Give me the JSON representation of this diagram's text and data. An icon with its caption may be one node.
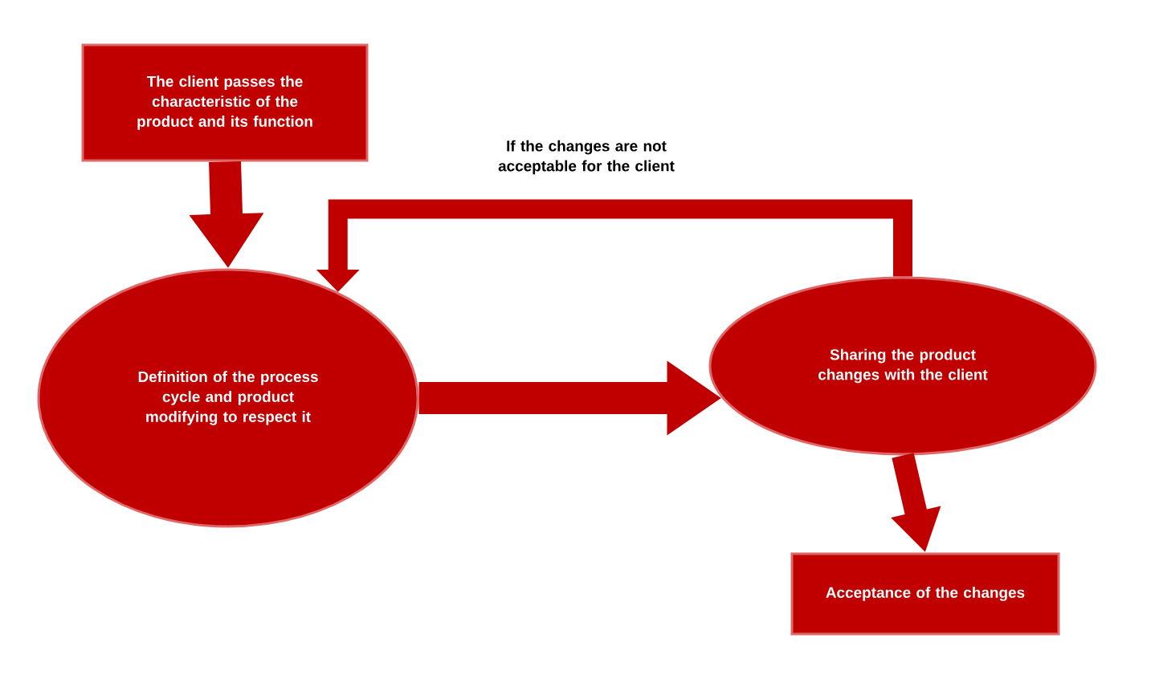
{
  "diagram": {
    "nodes": [
      {
        "text": [
          "The client passes the characteristic of the product and its function"
        ]
      },
      {
        "text": [
          "Definition of the process cycle and product modifying to respect it"
        ]
      },
      {
        "text": [
          "Sharing the product changes with the client"
        ]
      },
      {
        "text": [
          "Acceptance of the changes"
        ]
      }
    ],
    "edges": [
      {
        "from": 0,
        "to": 1,
        "arrow": "to"
      },
      {
        "from": 1,
        "to": 2,
        "arrow": "to"
      },
      {
        "from": 2,
        "to": 3,
        "arrow": "to"
      },
      {
        "from": 2,
        "to": 1,
        "arrow": "to",
        "label": "If the changes are not acceptable for the client"
      }
    ]
  }
}
